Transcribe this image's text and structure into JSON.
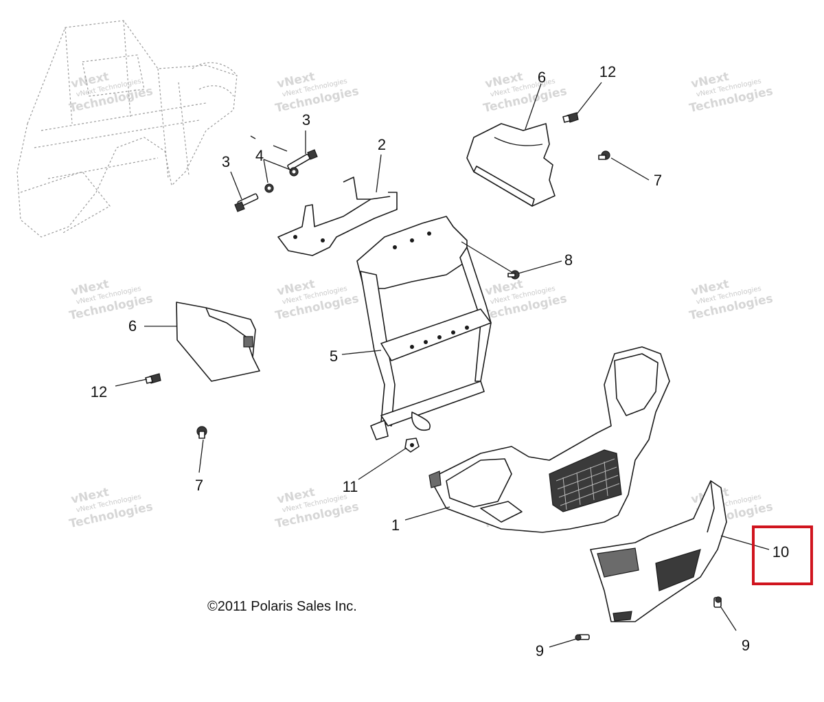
{
  "callouts": {
    "c1": "1",
    "c2": "2",
    "c3a": "3",
    "c3b": "3",
    "c4": "4",
    "c5": "5",
    "c6a": "6",
    "c6b": "6",
    "c7a": "7",
    "c7b": "7",
    "c8": "8",
    "c9a": "9",
    "c9b": "9",
    "c10": "10",
    "c11": "11",
    "c12a": "12",
    "c12b": "12"
  },
  "watermark": {
    "line1": "vNext Technologies",
    "line2": "Technologies",
    "line3": "vNext"
  },
  "copyright": "©2011 Polaris Sales Inc.",
  "colors": {
    "highlight": "#d0141e"
  }
}
